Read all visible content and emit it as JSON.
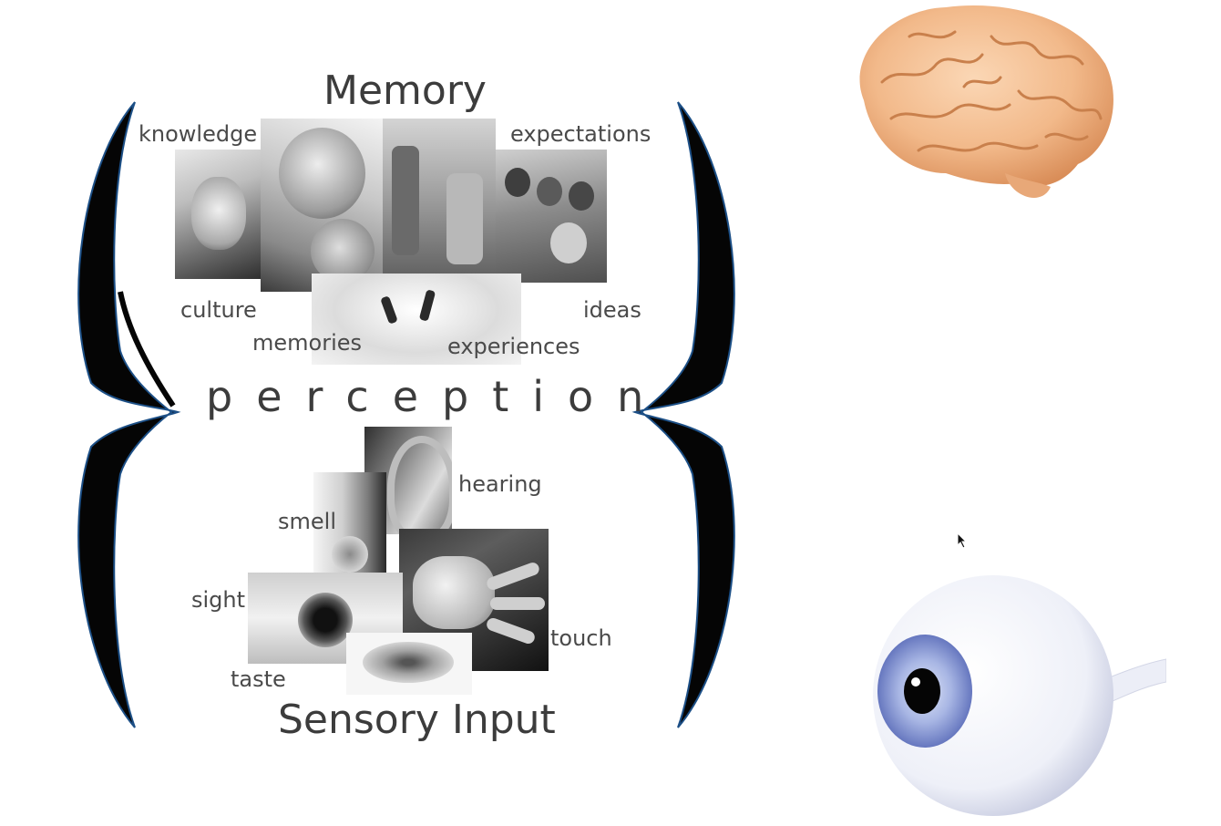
{
  "diagram": {
    "memory_title": "Memory",
    "perception_word": "perception",
    "sensory_title": "Sensory Input",
    "memory_words": {
      "knowledge": "knowledge",
      "expectations": "expectations",
      "culture": "culture",
      "ideas": "ideas",
      "memories": "memories",
      "experiences": "experiences"
    },
    "sense_words": {
      "hearing": "hearing",
      "smell": "smell",
      "sight": "sight",
      "touch": "touch",
      "taste": "taste"
    }
  },
  "icons": {
    "brain": "brain-icon",
    "eyeball": "eyeball-icon",
    "cursor": "mouse-pointer-icon"
  },
  "colors": {
    "bracket_fill": "#050505",
    "bracket_edge": "#1c4f86",
    "brain": "#f2b98a",
    "iris": "#7d8fcf"
  }
}
